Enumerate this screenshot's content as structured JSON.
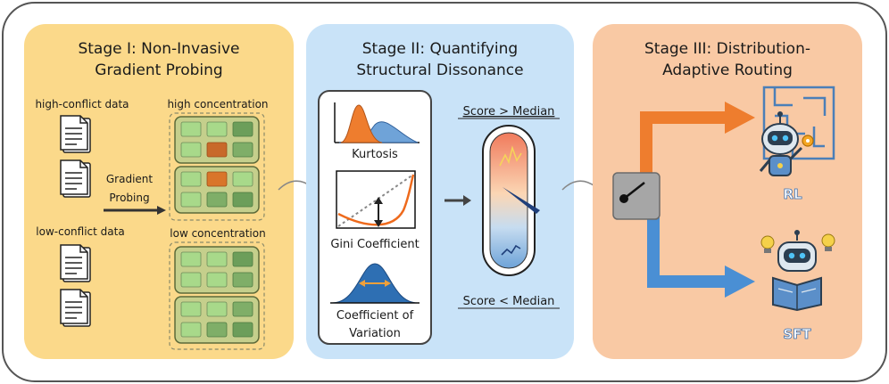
{
  "stage1": {
    "title_line1": "Stage I: Non-Invasive",
    "title_line2": "Gradient Probing",
    "high_conflict_label": "high-conflict data",
    "low_conflict_label": "low-conflict data",
    "probe_line1": "Gradient",
    "probe_line2": "Probing",
    "high_conc_label": "high concentration",
    "low_conc_label": "low concentration"
  },
  "stage2": {
    "title_line1": "Stage II: Quantifying",
    "title_line2": "Structural Dissonance",
    "kurtosis_label": "Kurtosis",
    "gini_label": "Gini Coefficient",
    "cv_line1": "Coefficient of",
    "cv_line2": "Variation",
    "score_high": "Score > Median",
    "score_low": "Score < Median"
  },
  "stage3": {
    "title_line1": "Stage III: Distribution-",
    "title_line2": "Adaptive Routing",
    "rl_label": "RL",
    "sft_label": "SFT"
  },
  "colors": {
    "stage1_bg": "#fbd98a",
    "stage2_bg": "#c9e3f8",
    "stage3_bg": "#f9c9a4",
    "orange": "#e8792a",
    "blue": "#4a8fd4",
    "green_light": "#a8d98a",
    "green_dark": "#6c9e5a"
  }
}
